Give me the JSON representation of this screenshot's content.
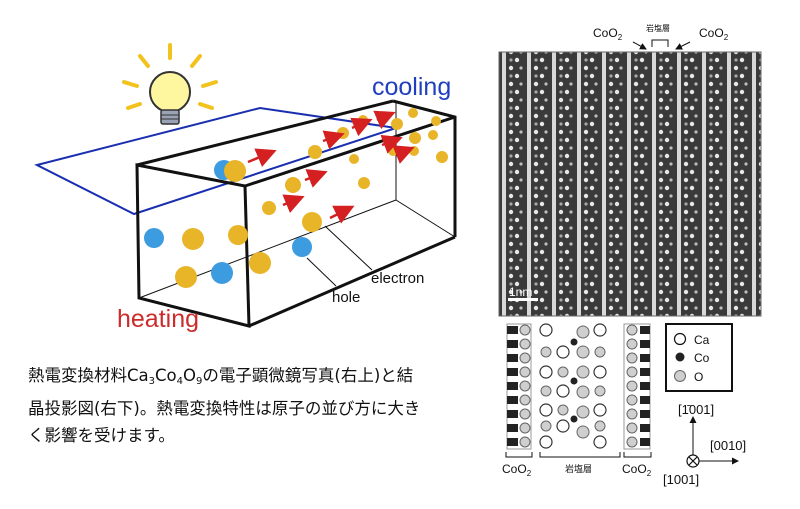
{
  "labels": {
    "cooling": "cooling",
    "heating": "heating",
    "electron": "electron",
    "hole": "hole"
  },
  "tem": {
    "top_left": "CoO",
    "top_left_sub": "2",
    "top_mid": "岩塩層",
    "top_right": "CoO",
    "top_right_sub": "2",
    "scale_bar": "1nm"
  },
  "structure": {
    "legend": {
      "ca": "Ca",
      "co": "Co",
      "o": "O"
    },
    "bottom_left": "CoO",
    "bottom_left_sub": "2",
    "bottom_mid": "岩塩層",
    "bottom_right": "CoO",
    "bottom_right_sub": "2"
  },
  "axes": {
    "up": "[1̄001]",
    "right": "[0010]",
    "out": "[1001]"
  },
  "caption": {
    "line1_a": "熱電変換材料Ca",
    "sub_ca": "3",
    "line1_b": "Co",
    "sub_co": "4",
    "line1_c": "O",
    "sub_o": "9",
    "line1_d": "の電子顕微鏡写真(右上)と結",
    "line2": "晶投影図(右下)。熱電変換特性は原子の並び方に大き",
    "line3": "く影響を受けます。"
  },
  "colors": {
    "electron": "#e8b428",
    "hole": "#3d9ce0",
    "arrow": "#d42020",
    "cooling": "#1f3fbf",
    "heating": "#cc2b2b",
    "plane": "#1a2fb0"
  }
}
